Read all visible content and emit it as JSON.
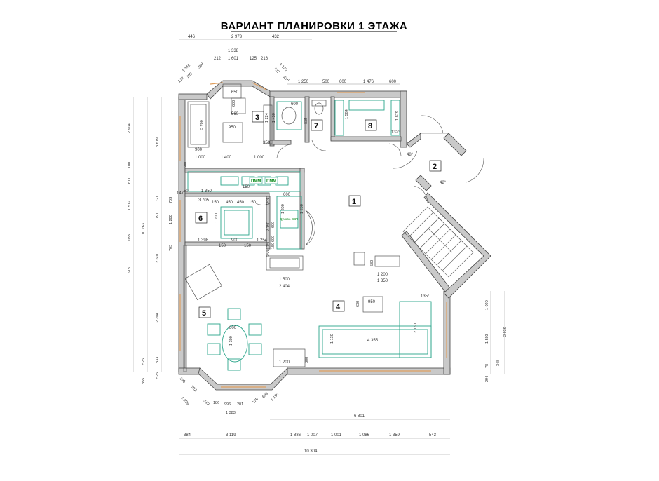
{
  "title": "ВАРИАНТ  ПЛАНИРОВКИ  1 ЭТАЖА",
  "rooms": [
    "1",
    "2",
    "3",
    "4",
    "5",
    "6",
    "7",
    "8"
  ],
  "top_dims_row1": [
    "446",
    "2 973",
    "432"
  ],
  "top_dims_row2": [
    "1 338"
  ],
  "top_dims_row3": [
    "212",
    "1 601",
    "125",
    "216"
  ],
  "bay_top_dims": [
    "1 148",
    "172",
    "705",
    "369",
    "1 130",
    "702",
    "216"
  ],
  "top_right_dims": [
    "1 250",
    "500",
    "600",
    "1 476",
    "600"
  ],
  "bottom_dims": [
    "384",
    "3 119",
    "1 886",
    "1 007",
    "1 001",
    "1 086",
    "1 359",
    "543"
  ],
  "bottom_total": "10 304",
  "bottom_mid": "6 801",
  "bottom_bay": [
    "295",
    "702",
    "1 259",
    "343",
    "186",
    "996",
    "201",
    "175",
    "699",
    "1 150",
    "1 383"
  ],
  "left_dims": [
    "2 904",
    "3 619",
    "100",
    "611",
    "1 512",
    "721",
    "703",
    "791",
    "1 200",
    "10 263",
    "1 083",
    "2 601",
    "703",
    "1 518",
    "2 204",
    "525",
    "333",
    "526",
    "355"
  ],
  "right_dims": [
    "1 090",
    "1 503",
    "2 939",
    "348",
    "78",
    "294"
  ],
  "interior_labels": {
    "pmm1": "ПММ",
    "pmm2": "ПММ",
    "oven": "Духовк. СВЧ"
  },
  "interior_dims": [
    "650",
    "600",
    "560",
    "950",
    "3 700",
    "900",
    "1 224",
    "1 450",
    "600",
    "835",
    "1 584",
    "1 879",
    "132°",
    "48°",
    "42°",
    "350",
    "1 400",
    "1 000",
    "1 000",
    "500",
    "150",
    "1 350",
    "147",
    "50",
    "600",
    "3 705",
    "150",
    "450",
    "450",
    "150",
    "253",
    "1 200",
    "2 150",
    "600",
    "150",
    "1 200",
    "900",
    "1 398",
    "150",
    "150",
    "1 254",
    "600",
    "150",
    "253",
    "580",
    "1 200",
    "1 350",
    "1 500",
    "2 404",
    "135°",
    "630",
    "950",
    "2 150",
    "1 130",
    "4 355",
    "800",
    "1 300",
    "1 200",
    "600",
    "1 200"
  ]
}
